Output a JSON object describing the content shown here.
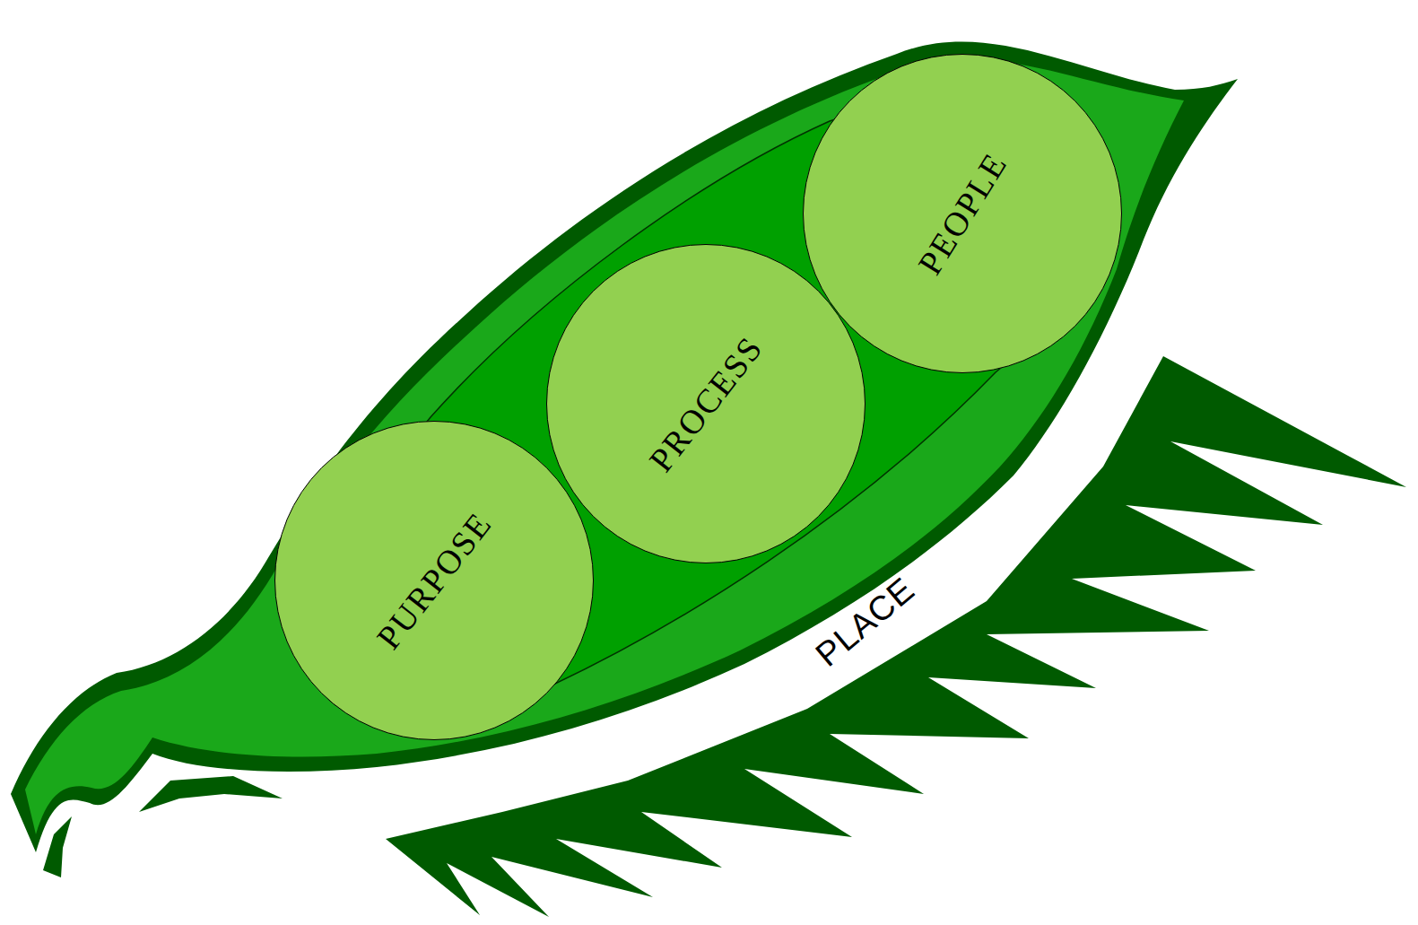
{
  "diagram": {
    "nodes": [
      {
        "text": [
          "PURPOSE"
        ]
      },
      {
        "text": [
          "PROCESS"
        ]
      },
      {
        "text": [
          "PEOPLE"
        ]
      }
    ],
    "labels": [
      "PLACE"
    ]
  }
}
